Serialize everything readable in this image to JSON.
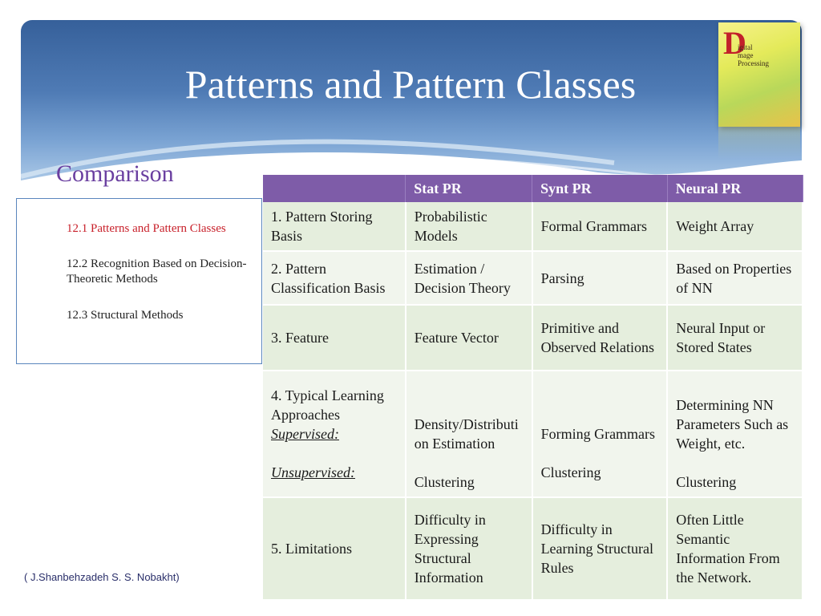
{
  "slide": {
    "title": "Patterns and Pattern Classes",
    "section_heading": "Comparison",
    "footer": "( J.Shanbehzadeh   S. S. Nobakht)"
  },
  "book_cover": {
    "initial": "D",
    "title_lines": [
      "igital",
      "mage",
      "Processing"
    ]
  },
  "toc": {
    "items": [
      {
        "label": "12.1 Patterns and Pattern Classes",
        "active": true
      },
      {
        "label": "12.2 Recognition Based on Decision-Theoretic Methods",
        "active": false
      },
      {
        "label": "12.3 Structural Methods",
        "active": false
      }
    ]
  },
  "table": {
    "headers": [
      "",
      "Stat PR",
      "Synt PR",
      "Neural PR"
    ],
    "rows": [
      {
        "cells": [
          "1. Pattern Storing Basis",
          "Probabilistic Models",
          "Formal Grammars",
          "Weight Array"
        ]
      },
      {
        "cells": [
          "2. Pattern Classification Basis",
          "Estimation / Decision Theory",
          "Parsing",
          "Based on Properties of NN"
        ]
      },
      {
        "cells": [
          "3. Feature",
          "Feature Vector",
          "Primitive and Observed Relations",
          "Neural Input or Stored States"
        ]
      },
      {
        "label": "4. Typical Learning Approaches",
        "supervised_label": "Supervised:",
        "unsupervised_label": "Unsupervised:",
        "supervised": [
          "Density/Distribution Estimation",
          "Forming Grammars",
          "Determining NN Parameters Such as Weight, etc."
        ],
        "unsupervised": [
          "Clustering",
          "Clustering",
          "Clustering"
        ]
      },
      {
        "cells": [
          "5. Limitations",
          "Difficulty in Expressing Structural Information",
          "Difficulty in Learning Structural Rules",
          "Often Little Semantic Information From the Network."
        ]
      }
    ]
  },
  "colors": {
    "header_blue": "#36609a",
    "table_header": "#7e5ca8",
    "heading_purple": "#6a3fa0",
    "active_red": "#c8202a"
  }
}
